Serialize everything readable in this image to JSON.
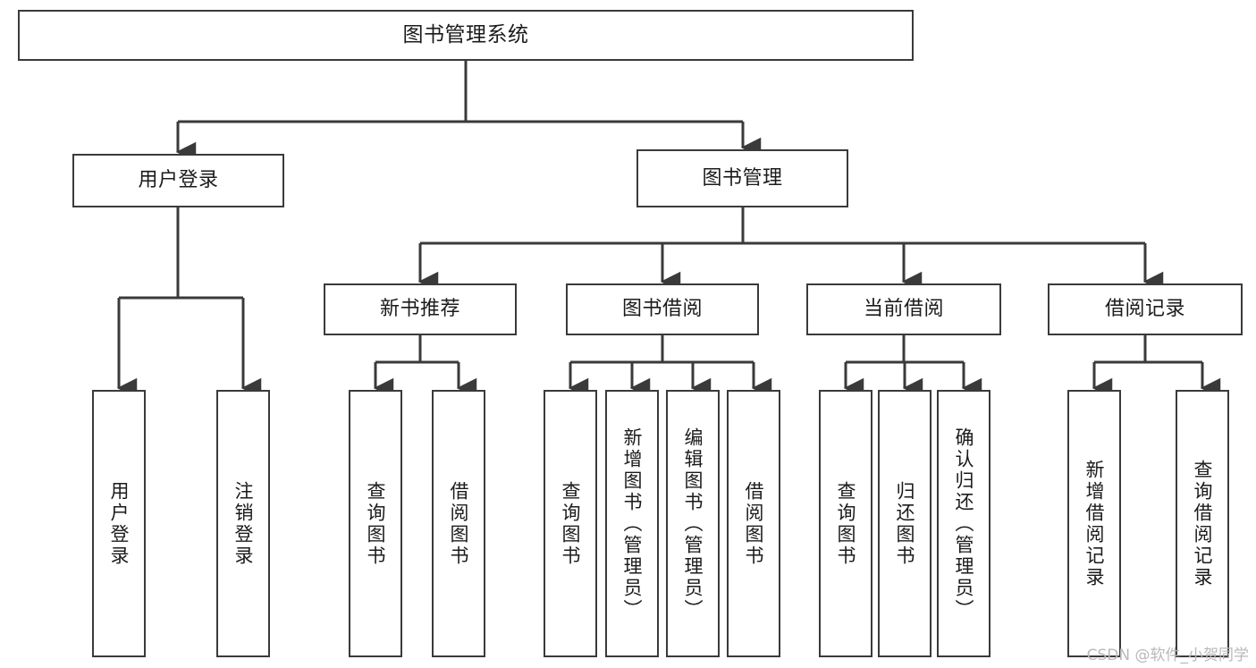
{
  "diagram": {
    "type": "tree",
    "title": "图书管理系统",
    "stroke_color": "#3a3a3a",
    "fill_color": "#ffffff",
    "text_color": "#1b1b1b",
    "watermark": "CSDN @软件_小贺同学"
  },
  "nodes": {
    "root": {
      "label": "图书管理系统"
    },
    "level2": [
      {
        "label": "用户登录"
      },
      {
        "label": "图书管理"
      }
    ],
    "level3": [
      {
        "label": "新书推荐"
      },
      {
        "label": "图书借阅"
      },
      {
        "label": "当前借阅"
      },
      {
        "label": "借阅记录"
      }
    ],
    "leaves": {
      "user_login": [
        {
          "label": "用户登录"
        },
        {
          "label": "注销登录"
        }
      ],
      "new_book_recommend": [
        {
          "label": "查询图书"
        },
        {
          "label": "借阅图书"
        }
      ],
      "book_borrow": [
        {
          "label": "查询图书"
        },
        {
          "label": "新增图书（管理员）"
        },
        {
          "label": "编辑图书（管理员）"
        },
        {
          "label": "借阅图书"
        }
      ],
      "current_borrow": [
        {
          "label": "查询图书"
        },
        {
          "label": "归还图书"
        },
        {
          "label": "确认归还（管理员）"
        }
      ],
      "borrow_record": [
        {
          "label": "新增借阅记录"
        },
        {
          "label": "查询借阅记录"
        }
      ]
    }
  }
}
